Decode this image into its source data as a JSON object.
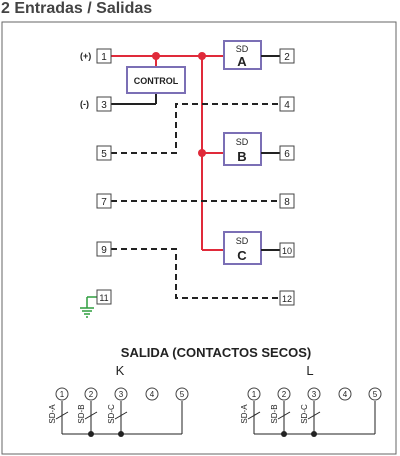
{
  "title": "2 Entradas / Salidas",
  "top": {
    "plus": "(+)",
    "minus": "(-)",
    "control": "CONTROL",
    "terminals": [
      "1",
      "2",
      "3",
      "4",
      "5",
      "6",
      "7",
      "8",
      "9",
      "10",
      "11",
      "12"
    ],
    "sd_blocks": [
      {
        "top": "SD",
        "letter": "A"
      },
      {
        "top": "SD",
        "letter": "B"
      },
      {
        "top": "SD",
        "letter": "C"
      }
    ]
  },
  "bottom": {
    "title": "SALIDA (CONTACTOS SECOS)",
    "groups": [
      {
        "label": "K",
        "contacts": [
          "SD-A",
          "SD-B",
          "SD-C"
        ],
        "pins": [
          "1",
          "2",
          "3",
          "4",
          "5"
        ]
      },
      {
        "label": "L",
        "contacts": [
          "SD-A",
          "SD-B",
          "SD-C"
        ],
        "pins": [
          "1",
          "2",
          "3",
          "4",
          "5"
        ]
      }
    ]
  },
  "colors": {
    "red_wire": "#e02a3a",
    "frame": "#666666",
    "block_border": "#7b6fb5",
    "ground": "#2e9e3e",
    "dark": "#222222"
  }
}
